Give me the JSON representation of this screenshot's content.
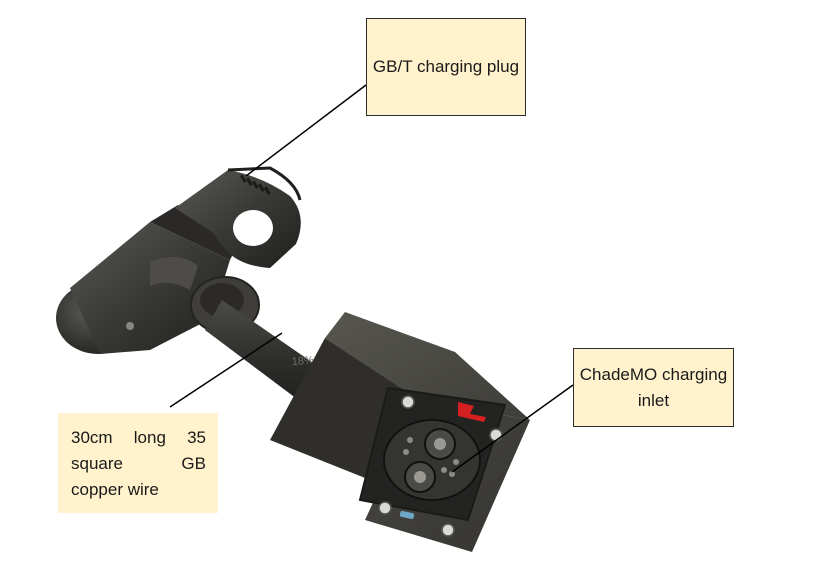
{
  "callouts": {
    "plug": {
      "text": "GB/T charging plug"
    },
    "inlet": {
      "text": "ChadeMO charging inlet"
    },
    "wire": {
      "text": "30cm long 35 square GB copper wire"
    }
  },
  "watermark": "18%",
  "colors": {
    "callout_fill": "#fff2cc",
    "callout_border": "#2b2b2b",
    "device_body": "#3b3a37",
    "leader_line": "#000000"
  }
}
